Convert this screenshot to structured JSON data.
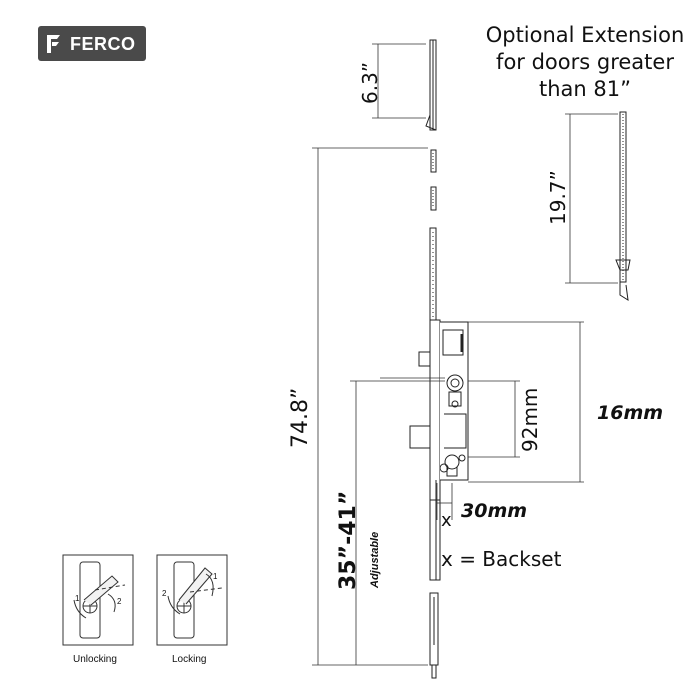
{
  "brand": {
    "name": "FERCO"
  },
  "extension": {
    "title_lines": [
      "Optional Extension",
      "for doors greater",
      "than 81”"
    ],
    "length": "19.7”"
  },
  "dimensions": {
    "top_rod": "6.3”",
    "total_length": "74.8”",
    "handle_height": "35”-41”",
    "adjustable": "Adjustable",
    "centres": "92mm",
    "faceplate_width": "16mm",
    "backset_value": "30mm",
    "backset_symbol": "x",
    "backset_legend": "x = Backset"
  },
  "operation": {
    "unlocking": {
      "label": "Unlocking",
      "step1": "1",
      "step2": "2"
    },
    "locking": {
      "label": "Locking",
      "step1": "1",
      "step2": "2"
    }
  }
}
